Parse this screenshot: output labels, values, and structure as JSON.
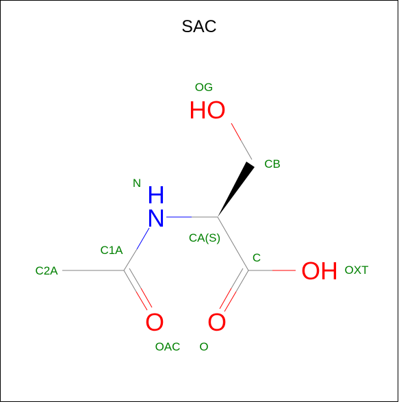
{
  "title": "SAC",
  "colors": {
    "carbon_bond": "#808080",
    "nitrogen": "#0000ff",
    "oxygen": "#ff0000",
    "label": "#008000",
    "frame": "#000000"
  },
  "atoms": {
    "og_symbol": "HO",
    "n_symbol_h": "H",
    "n_symbol_n": "N",
    "oac_symbol": "O",
    "o_symbol": "O",
    "oxt_symbol": "OH"
  },
  "labels": {
    "og": "OG",
    "cb": "CB",
    "n": "N",
    "ca": "CA(S)",
    "c1a": "C1A",
    "c2a": "C2A",
    "c": "C",
    "oxt": "OXT",
    "oac": "OAC",
    "o": "O"
  }
}
